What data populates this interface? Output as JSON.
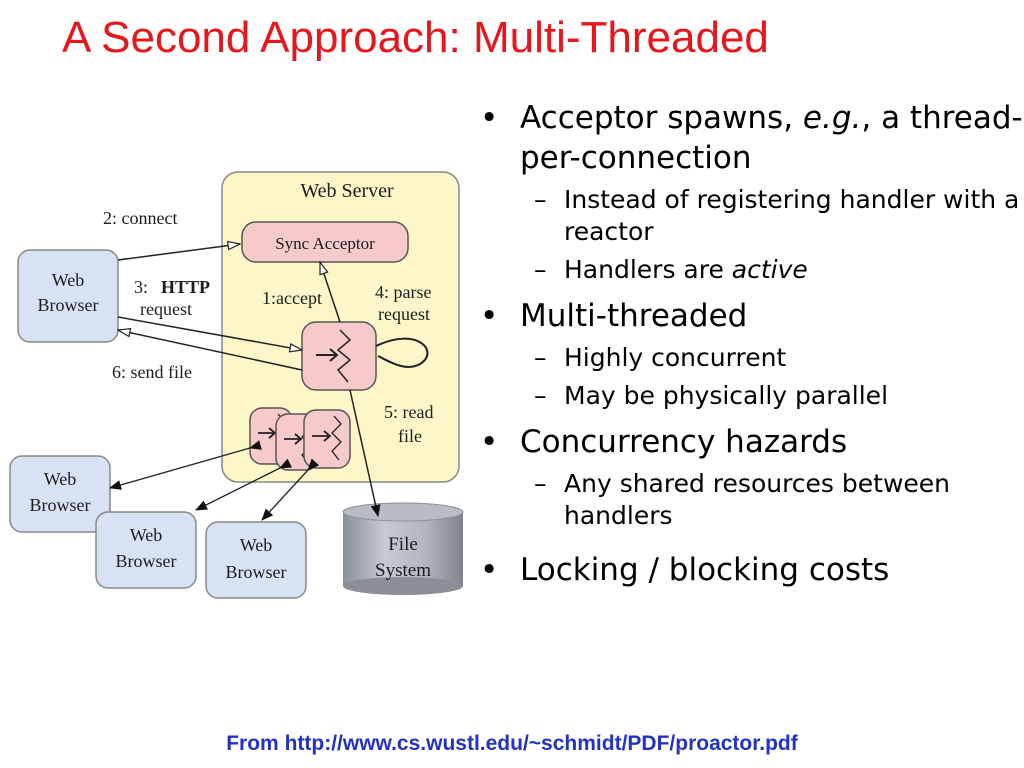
{
  "title": "A Second Approach: Multi-Threaded",
  "colors": {
    "title": "#e8161b",
    "source": "#2431c9",
    "server_fill": "#fdf6c8",
    "browser_fill": "#d7e2f5",
    "handler_fill": "#f7caca"
  },
  "diagram": {
    "server_label": "Web Server",
    "sync_acceptor": "Sync Acceptor",
    "browser_main": [
      "Web",
      "Browser"
    ],
    "browser_a": [
      "Web",
      "Browser"
    ],
    "browser_b": [
      "Web",
      "Browser"
    ],
    "browser_c": [
      "Web",
      "Browser"
    ],
    "file_system": [
      "File",
      "System"
    ],
    "edge_connect": "2: connect",
    "edge_http_num": "3:",
    "edge_http_bold": "HTTP",
    "edge_http_request": "request",
    "edge_accept": "1:accept",
    "edge_parse": [
      "4: parse",
      "request"
    ],
    "edge_send": "6: send file",
    "edge_read": [
      "5: read",
      "file"
    ]
  },
  "bullets": {
    "b1_pre": "Acceptor spawns, ",
    "b1_em": "e.g.",
    "b1_post": ", a thread-per-connection",
    "b1_s1": "Instead of registering handler with a reactor",
    "b1_s2_pre": "Handlers are ",
    "b1_s2_em": "active",
    "b2": "Multi-threaded",
    "b2_s1": "Highly concurrent",
    "b2_s2": "May be physically parallel",
    "b3": "Concurrency hazards",
    "b3_s1": "Any shared resources between handlers",
    "b4": "Locking / blocking costs",
    "bullet_mark": "•",
    "dash_mark": "–"
  },
  "source": "From http://www.cs.wustl.edu/~schmidt/PDF/proactor.pdf"
}
